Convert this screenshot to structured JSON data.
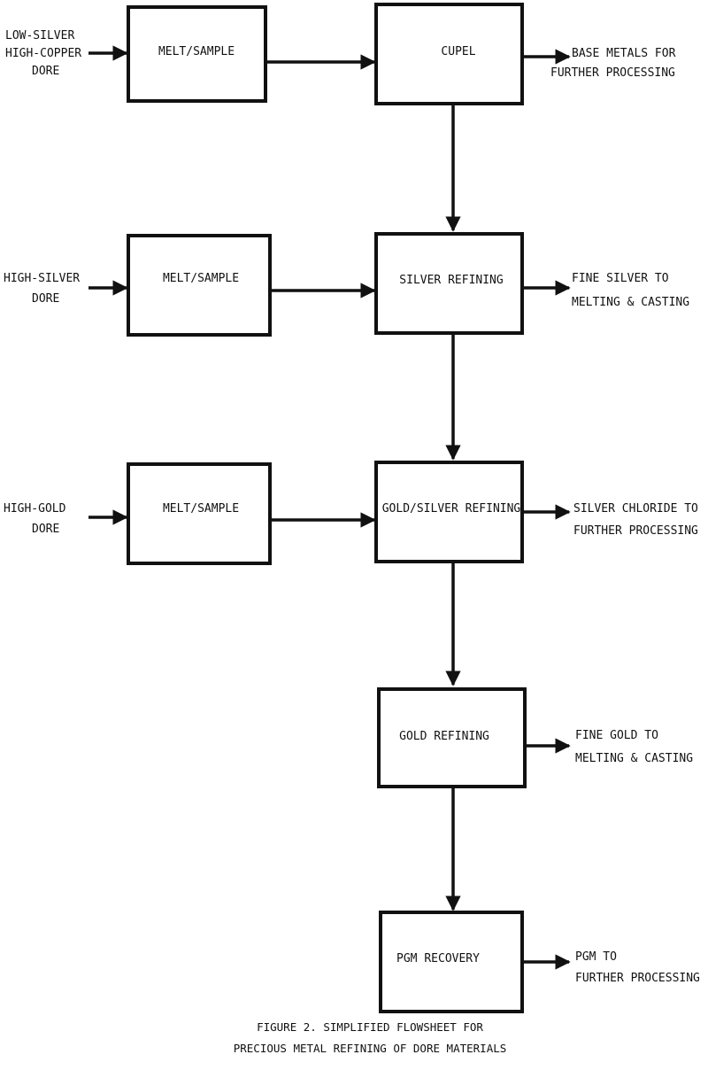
{
  "boxes": {
    "melt1": "MELT/SAMPLE",
    "cupel": "CUPEL",
    "melt2": "MELT/SAMPLE",
    "silver_ref": "SILVER REFINING",
    "melt3": "MELT/SAMPLE",
    "goldsilver_ref": "GOLD/SILVER REFINING",
    "gold_ref": "GOLD REFINING",
    "pgm": "PGM RECOVERY"
  },
  "inputs": {
    "low_silver": [
      "LOW-SILVER",
      "HIGH-COPPER",
      "DORE"
    ],
    "high_silver": [
      "HIGH-SILVER",
      "DORE"
    ],
    "high_gold": [
      "HIGH-GOLD",
      "DORE"
    ]
  },
  "outputs": {
    "base_metals": [
      "BASE METALS FOR",
      "FURTHER PROCESSING"
    ],
    "fine_silver": [
      "FINE SILVER TO",
      "MELTING & CASTING"
    ],
    "silver_chloride": [
      "SILVER CHLORIDE TO",
      "FURTHER PROCESSING"
    ],
    "fine_gold": [
      "FINE GOLD TO",
      "MELTING & CASTING"
    ],
    "pgm_out": [
      "PGM TO",
      "FURTHER PROCESSING"
    ]
  },
  "caption": [
    "FIGURE 2.  SIMPLIFIED FLOWSHEET FOR",
    "PRECIOUS METAL REFINING OF DORE MATERIALS"
  ]
}
